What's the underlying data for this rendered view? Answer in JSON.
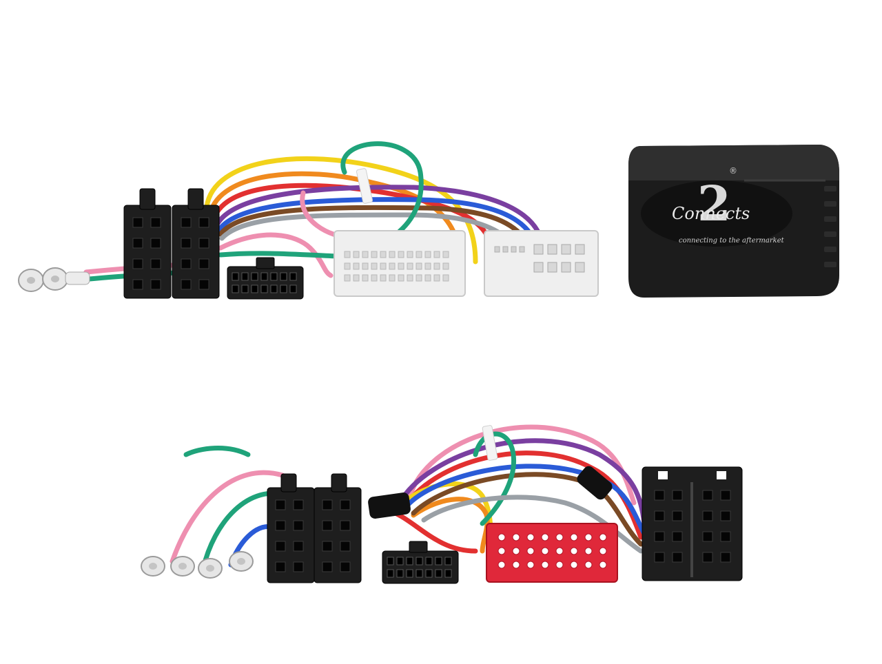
{
  "image": {
    "subject": "steering wheel control interface harness kit",
    "background_color": "#ffffff"
  },
  "module": {
    "brand": "Connects",
    "brand_digit": "2",
    "registered_mark": "®",
    "tagline": "connecting to the aftermarket",
    "body_color": "#1c1c1c"
  },
  "colors": {
    "iso_black": "#1e1e1e",
    "vehicle_plug_white": "#efefef",
    "vehicle_plug_red": "#e0283a",
    "wire_yellow": "#f2d21a",
    "wire_orange": "#f08a1e",
    "wire_red": "#e23030",
    "wire_purple": "#7a3fa0",
    "wire_blue": "#2a5bd7",
    "wire_green": "#1fa37a",
    "wire_pink": "#ee8fb0",
    "wire_brown": "#7a4a25",
    "wire_grey": "#9aa0a6"
  }
}
